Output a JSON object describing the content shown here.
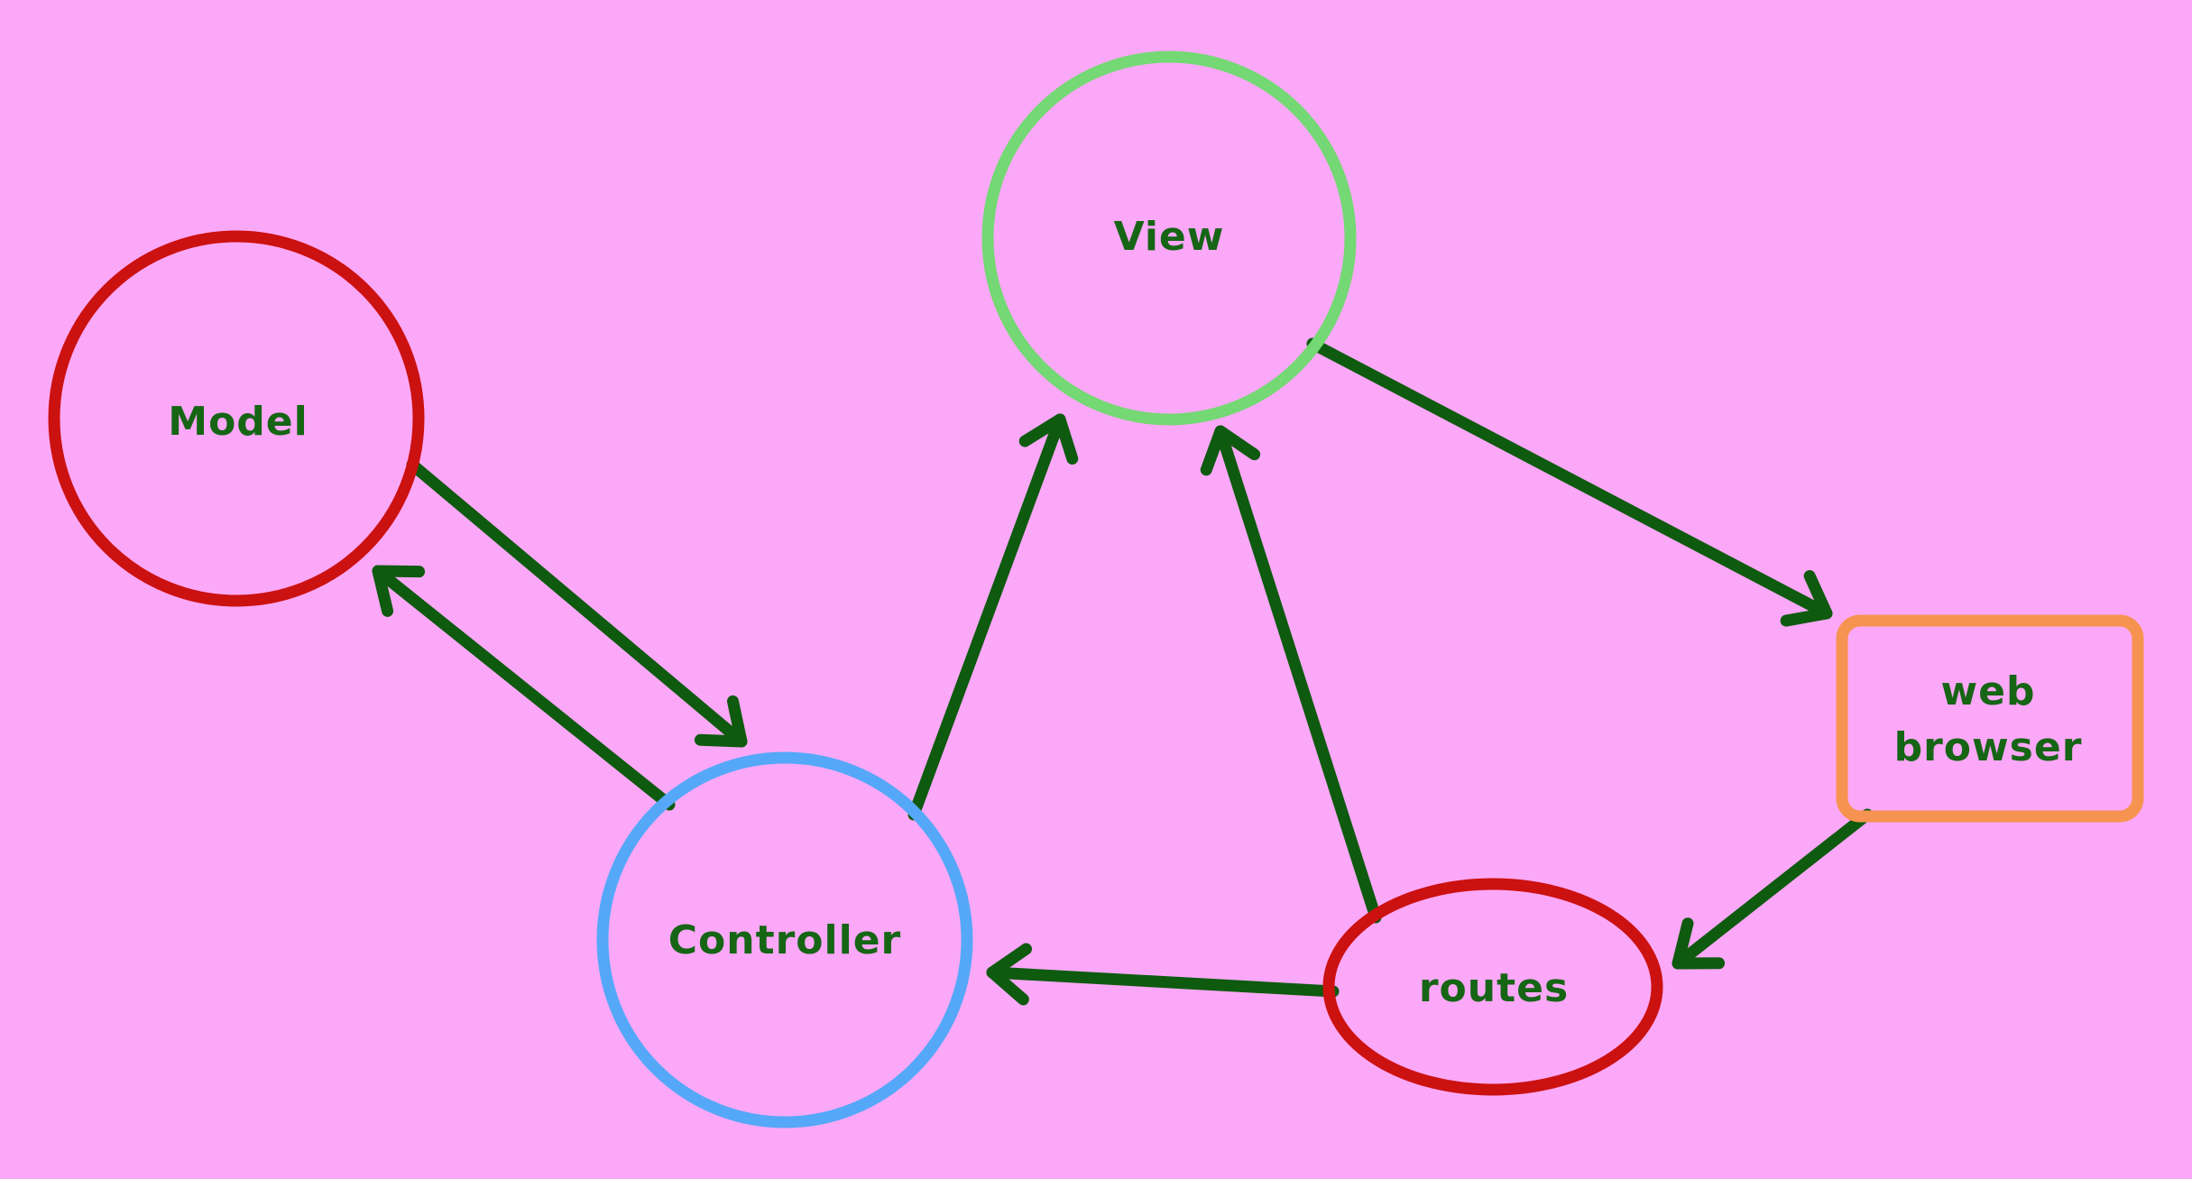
{
  "diagram": {
    "type": "flow-diagram",
    "description": "MVC architecture diagram",
    "background_color": "#FCA8F8",
    "arrow_color": "#0E5A0F",
    "label_color": "#156515",
    "nodes": {
      "model": {
        "label": "Model",
        "shape": "circle",
        "stroke": "#CC1111"
      },
      "view": {
        "label": "View",
        "shape": "circle",
        "stroke": "#74D874"
      },
      "controller": {
        "label": "Controller",
        "shape": "circle",
        "stroke": "#55A8F7"
      },
      "routes": {
        "label": "routes",
        "shape": "ellipse",
        "stroke": "#CC1111"
      },
      "web_browser": {
        "label_line1": "web",
        "label_line2": "browser",
        "shape": "rounded-rectangle",
        "stroke": "#F69350"
      }
    },
    "edges": [
      {
        "from": "model",
        "to": "controller"
      },
      {
        "from": "controller",
        "to": "model"
      },
      {
        "from": "controller",
        "to": "view"
      },
      {
        "from": "routes",
        "to": "view"
      },
      {
        "from": "view",
        "to": "web_browser"
      },
      {
        "from": "web_browser",
        "to": "routes"
      },
      {
        "from": "routes",
        "to": "controller"
      }
    ]
  }
}
